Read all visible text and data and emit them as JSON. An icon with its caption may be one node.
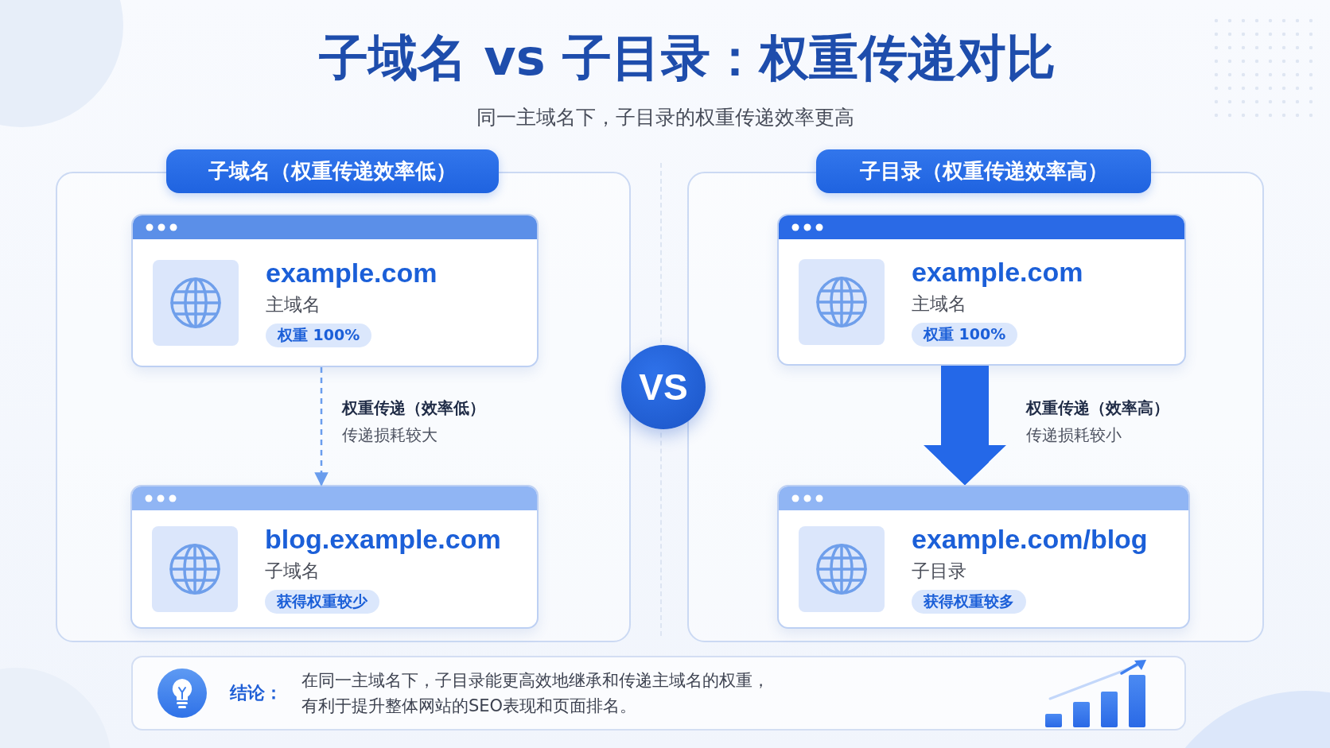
{
  "diagram": {
    "title": "子域名 vs 子目录：权重传递对比",
    "nodes": [
      {
        "text": [
          "子域名（权重传递效率低）"
        ]
      },
      {
        "text": [
          "example.com",
          "主域名",
          "权重 100%"
        ],
        "in": 0
      },
      {
        "text": [
          "blog.example.com",
          "子域名",
          "获得权重较少"
        ],
        "in": 0
      },
      {
        "text": [
          "子目录（权重传递效率高）"
        ]
      },
      {
        "text": [
          "example.com",
          "主域名",
          "权重 100%"
        ],
        "in": 3
      },
      {
        "text": [
          "example.com/blog",
          "子目录",
          "获得权重较多"
        ],
        "in": 3
      },
      {
        "text": [
          "VS"
        ]
      },
      {
        "text": [
          "结论：",
          "在同一主域名下，子目录能更高效地继承和传递主域名的权重，有利于提升整体网站的SEO表现和页面排名。"
        ]
      }
    ],
    "edges": [
      {
        "from": 1,
        "to": 2,
        "arrow": "to",
        "style": "dashed",
        "color": "#6a9ded",
        "label": "**权重传递（效率低）**传递损耗较大"
      },
      {
        "from": 4,
        "to": 5,
        "arrow": "to",
        "style": "thick",
        "label": "**权重传递（效率高）**传递损耗较小"
      }
    ],
    "labels": [
      "同一主域名下，子目录的权重传递效率更高"
    ]
  }
}
